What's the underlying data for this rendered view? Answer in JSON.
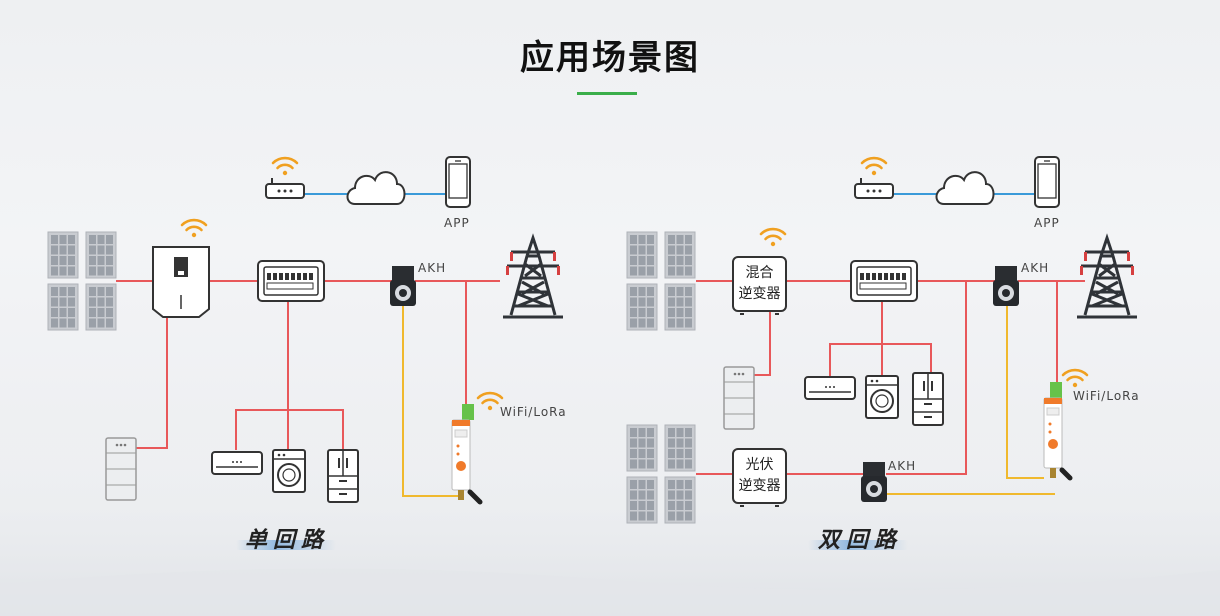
{
  "title": "应用场景图",
  "colors": {
    "power_line": "#e8585a",
    "signal_line": "#f0b92e",
    "network_line": "#3a9ad9",
    "wifi": "#f0a020",
    "accent_green": "#3aae4a"
  },
  "labels": {
    "app": "APP",
    "akh": "AKH",
    "wireless": "WiFi/LoRa",
    "hybrid_inverter": "混合\n逆变器",
    "pv_inverter": "光伏\n逆变器"
  },
  "scenarios": {
    "single": {
      "caption": "单回路"
    },
    "dual": {
      "caption": "双回路"
    }
  },
  "icons": [
    "solar-panel-icon",
    "inverter-icon",
    "distribution-box-icon",
    "ct-sensor-icon",
    "transmission-tower-icon",
    "router-icon",
    "cloud-icon",
    "phone-icon",
    "air-conditioner-icon",
    "washing-machine-icon",
    "refrigerator-icon",
    "battery-icon",
    "meter-icon",
    "wifi-icon"
  ]
}
